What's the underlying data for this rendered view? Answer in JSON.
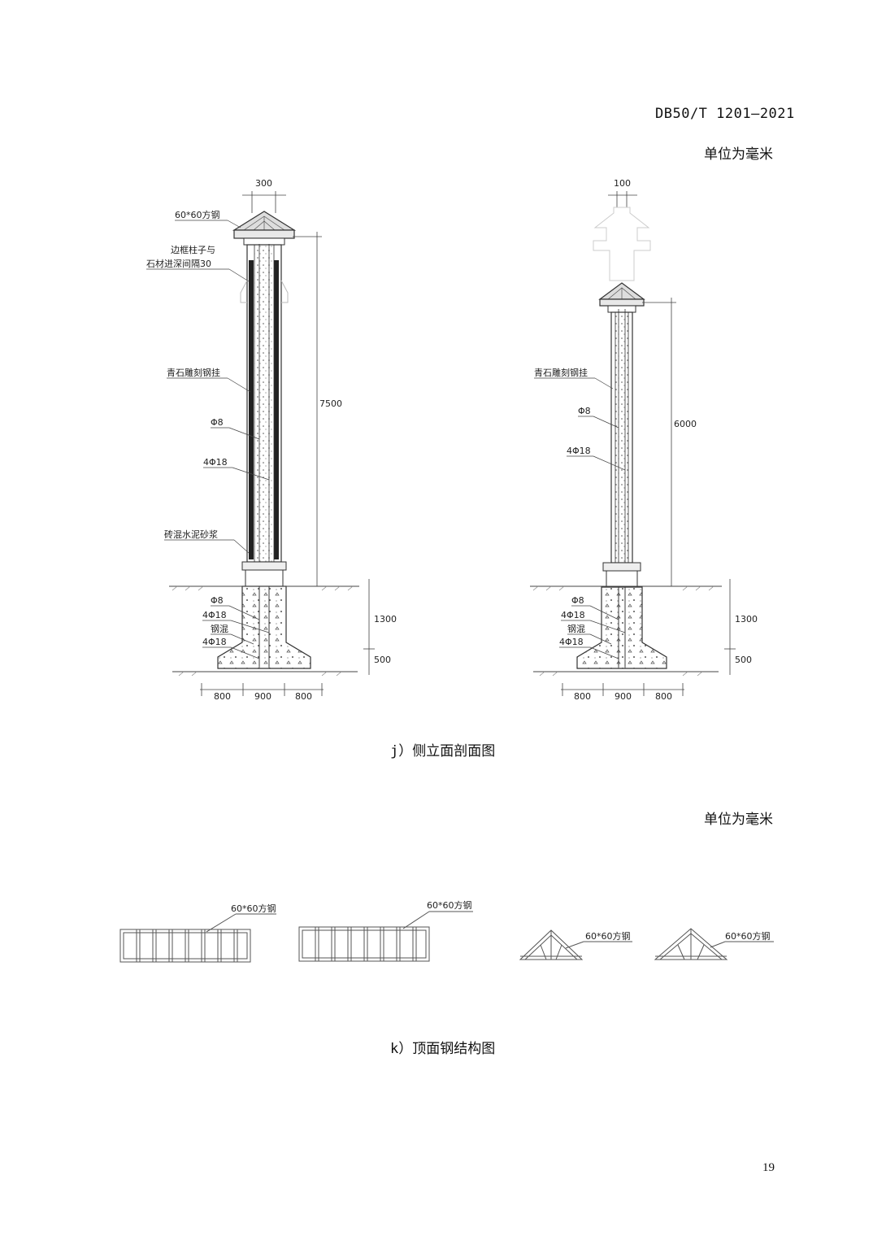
{
  "header": {
    "std_number": "DB50/T 1201—2021"
  },
  "unit_note_1": "单位为毫米",
  "unit_note_2": "单位为毫米",
  "figure_j": {
    "caption": "j）侧立面剖面图",
    "left": {
      "top_width": "300",
      "labels": [
        "60*60方钢",
        "边框柱子与",
        "石材进深间隔30",
        "青石雕刻钢挂",
        "Φ8",
        "4Φ18",
        "砖混水泥砂浆",
        "Φ8",
        "4Φ18",
        "钢混",
        "4Φ18"
      ],
      "height": "7500",
      "depth_1": "1300",
      "depth_2": "500",
      "base_dims": [
        "800",
        "900",
        "800"
      ]
    },
    "right": {
      "top_width": "100",
      "labels": [
        "青石雕刻钢挂",
        "Φ8",
        "4Φ18",
        "Φ8",
        "4Φ18",
        "钢混",
        "4Φ18"
      ],
      "height": "6000",
      "depth_1": "1300",
      "depth_2": "500",
      "base_dims": [
        "800",
        "900",
        "800"
      ]
    }
  },
  "figure_k": {
    "caption": "k）顶面钢结构图",
    "labels": [
      "60*60方钢",
      "60*60方钢",
      "60*60方钢",
      "60*60方钢"
    ]
  },
  "page_number": "19"
}
